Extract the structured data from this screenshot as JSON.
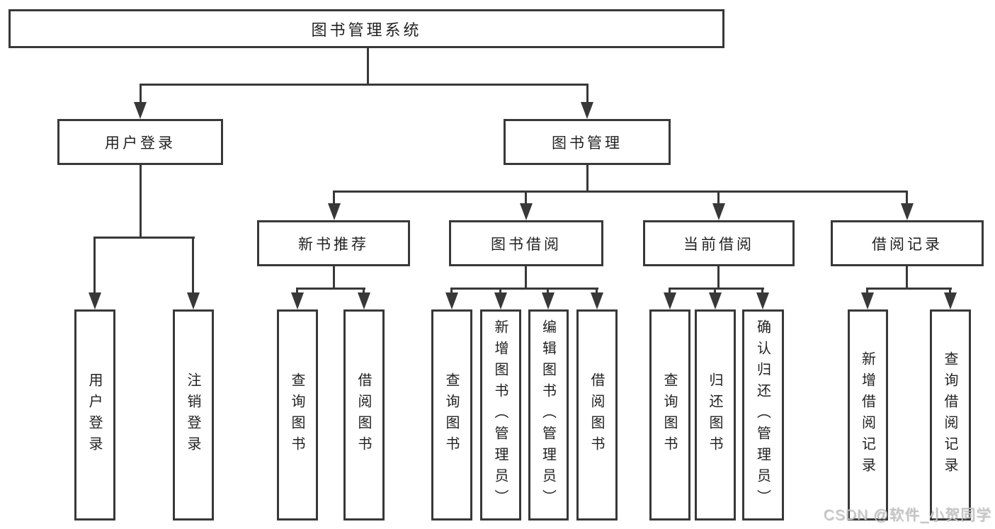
{
  "diagram": {
    "root": {
      "label": "图书管理系统"
    },
    "branches": [
      {
        "label": "用户登录",
        "children": [
          {
            "label": "用户登录"
          },
          {
            "label": "注销登录"
          }
        ]
      },
      {
        "label": "图书管理",
        "children": [
          {
            "label": "新书推荐",
            "children": [
              {
                "label": "查询图书"
              },
              {
                "label": "借阅图书"
              }
            ]
          },
          {
            "label": "图书借阅",
            "children": [
              {
                "label": "查询图书"
              },
              {
                "label": "新增图书（管理员）"
              },
              {
                "label": "编辑图书（管理员）"
              },
              {
                "label": "借阅图书"
              }
            ]
          },
          {
            "label": "当前借阅",
            "children": [
              {
                "label": "查询图书"
              },
              {
                "label": "归还图书"
              },
              {
                "label": "确认归还（管理员）"
              }
            ]
          },
          {
            "label": "借阅记录",
            "children": [
              {
                "label": "新增借阅记录"
              },
              {
                "label": "查询借阅记录"
              }
            ]
          }
        ]
      }
    ]
  },
  "watermark": {
    "text": "CSDN @软件_小贺同学"
  },
  "colors": {
    "line": "#383838",
    "text": "#222222",
    "background": "#ffffff",
    "watermark": "#c8c8c8"
  }
}
